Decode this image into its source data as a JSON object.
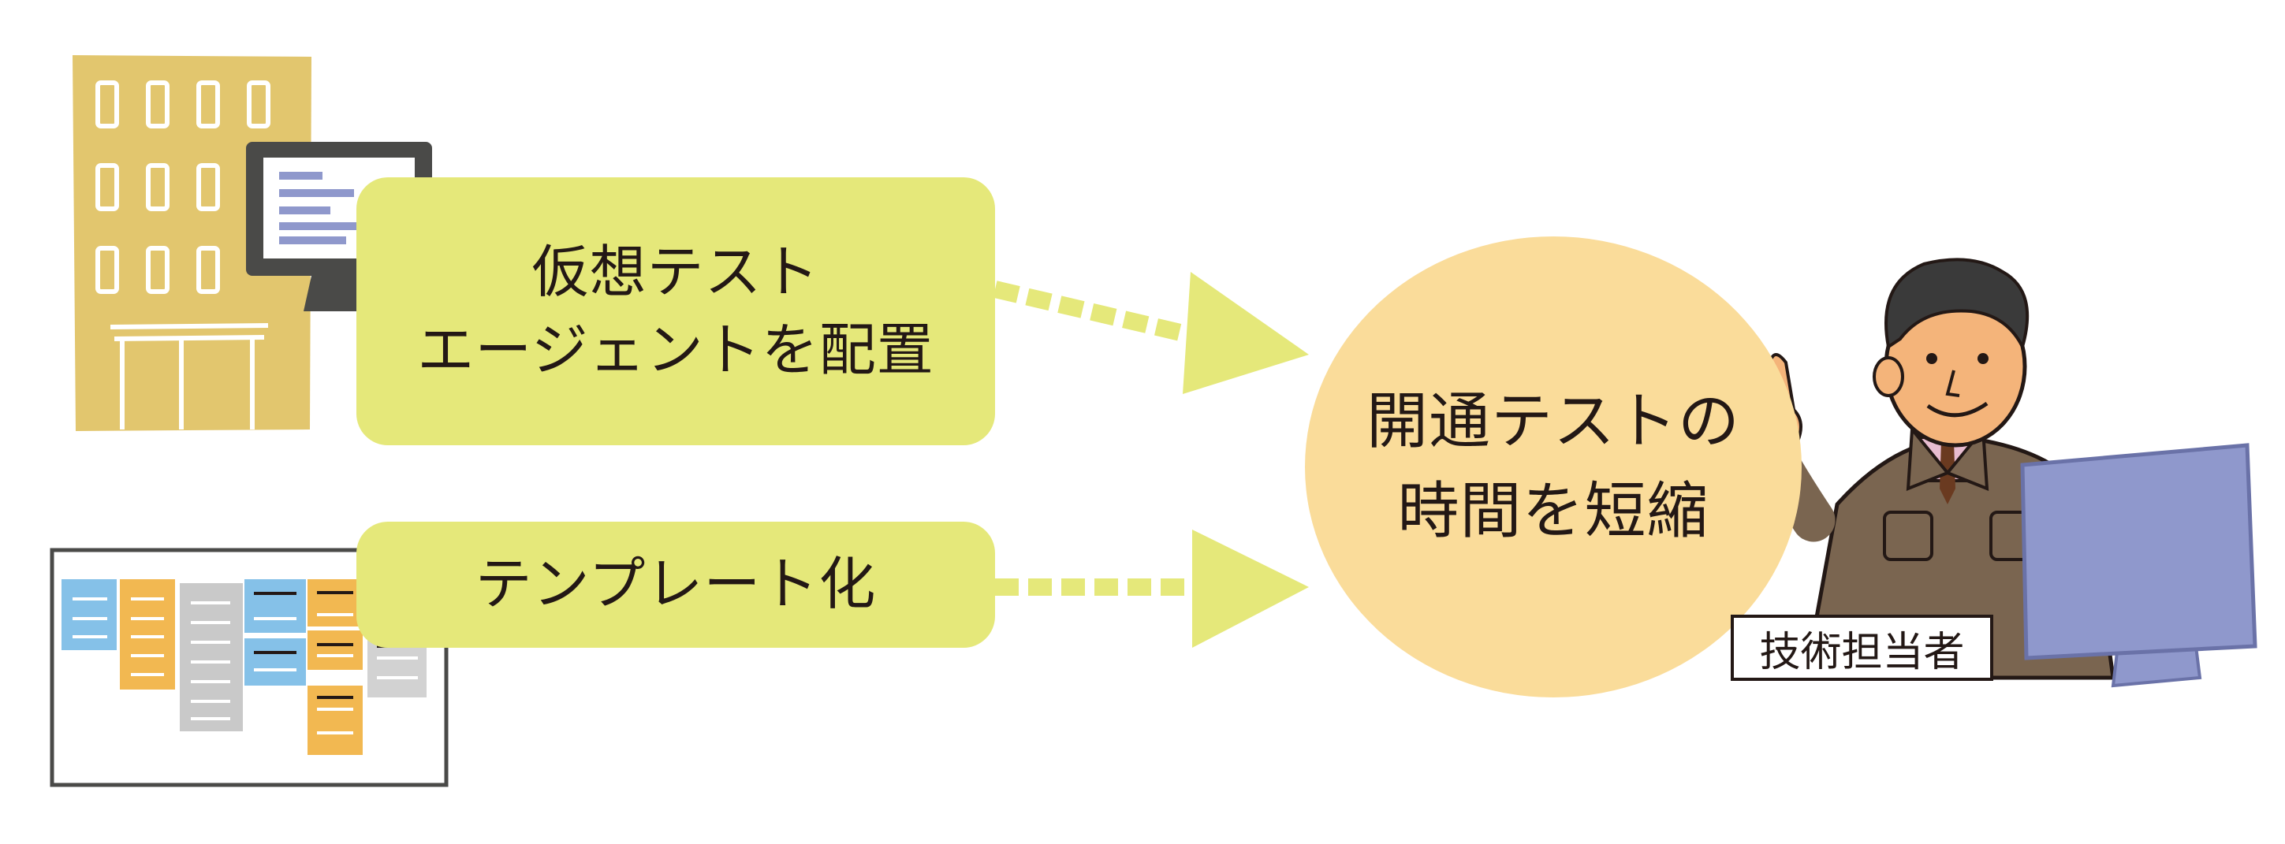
{
  "steps": [
    {
      "lines": [
        "仮想テスト",
        "エージェントを配置"
      ]
    },
    {
      "lines": [
        "テンプレート化"
      ]
    }
  ],
  "result": {
    "lines": [
      "開通テストの",
      "時間を短縮"
    ]
  },
  "role": {
    "label": "技術担当者"
  },
  "icons": [
    "office-building-icon",
    "monitor-icon",
    "kanban-board-icon",
    "technician-icon",
    "computer-monitor-icon",
    "dotted-arrow-icon"
  ],
  "colors": {
    "step_box": "#e5e87a",
    "arrow": "#e5e87a",
    "result_circle": "#fadc9a",
    "building": "#e2c66e",
    "monitor_blue": "#8f98cc",
    "text": "#231815"
  }
}
